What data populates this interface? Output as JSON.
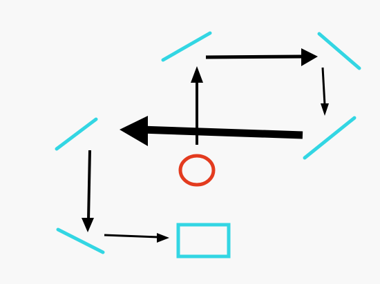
{
  "diagram": {
    "colors": {
      "background": "#f8f8f8",
      "mirror": "#33d6e3",
      "source": "#e33b1f",
      "detector": "#33d6e3",
      "arrow": "#000000"
    },
    "elements": {
      "mirrors": [
        "mirror-top",
        "mirror-right-top",
        "mirror-right-bottom",
        "mirror-left-top",
        "mirror-left-bottom"
      ],
      "source": "source-circle",
      "detector": "detector-box"
    },
    "arrows": [
      "arrow-source-up",
      "arrow-top-right",
      "arrow-right-down",
      "arrow-right-left",
      "arrow-left-down",
      "arrow-to-detector"
    ]
  }
}
